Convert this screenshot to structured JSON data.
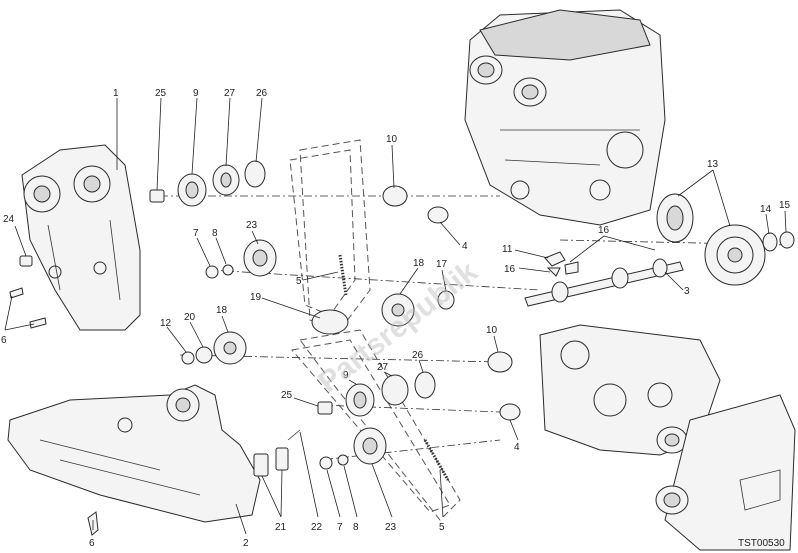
{
  "callouts": {
    "c1": "1",
    "c25a": "25",
    "c9a": "9",
    "c27a": "27",
    "c26a": "26",
    "c10a": "10",
    "c13": "13",
    "c14": "14",
    "c15": "15",
    "c24": "24",
    "c7a": "7",
    "c8a": "8",
    "c23a": "23",
    "c16a": "16",
    "c11": "11",
    "c4a": "4",
    "c16b": "16",
    "c17": "17",
    "c18a": "18",
    "c5a": "5",
    "c3": "3",
    "c6a": "6",
    "c19": "19",
    "c12": "12",
    "c20": "20",
    "c18b": "18",
    "c10b": "10",
    "c26b": "26",
    "c27b": "27",
    "c9b": "9",
    "c25b": "25",
    "c4b": "4",
    "c2": "2",
    "c21": "21",
    "c22": "22",
    "c7b": "7",
    "c8b": "8",
    "c23b": "23",
    "c5b": "5",
    "c6b": "6"
  },
  "watermark": "Partsrepublik",
  "diagram_code": "TST00530"
}
